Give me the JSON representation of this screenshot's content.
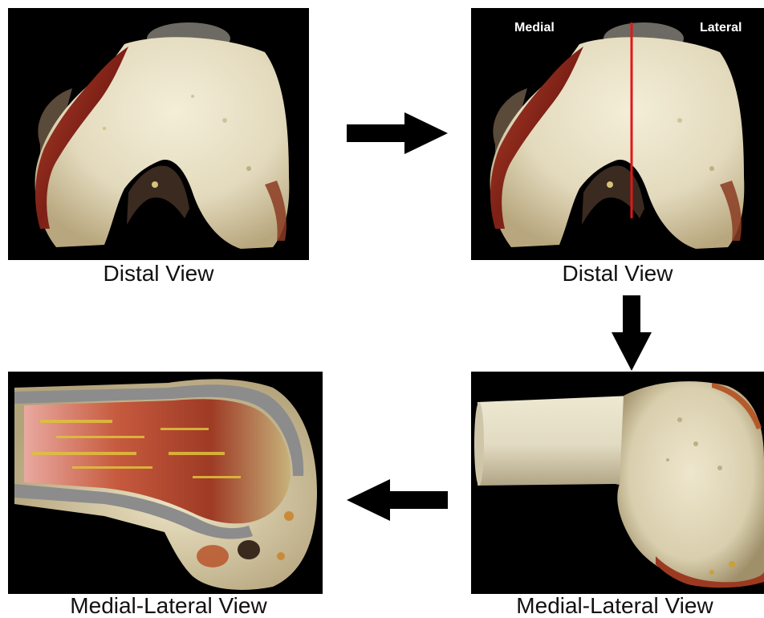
{
  "panels": {
    "top_left": {
      "caption": "Distal View"
    },
    "top_right": {
      "caption": "Distal View",
      "label_medial": "Medial",
      "label_lateral": "Lateral"
    },
    "bottom_right": {
      "caption": "Medial-Lateral View"
    },
    "bottom_left": {
      "caption": "Medial-Lateral View"
    }
  },
  "colors": {
    "background": "#ffffff",
    "panel_background": "#000000",
    "bone": "#e6dfc6",
    "cut_surface": "#8e2a1d",
    "cut_line": "#e01818",
    "arrow": "#000000"
  },
  "flow": [
    "right",
    "down",
    "left"
  ]
}
